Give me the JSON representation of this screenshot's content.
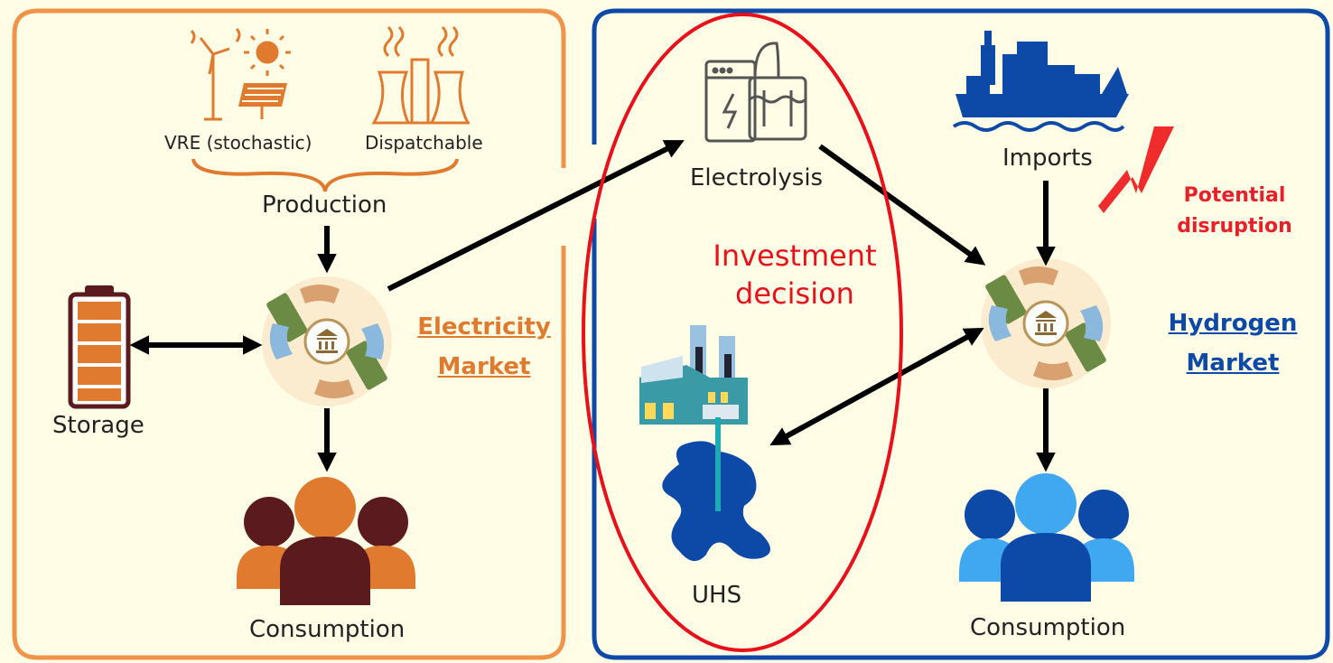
{
  "electricity": {
    "vre_label": "VRE (stochastic)",
    "dispatchable_label": "Dispatchable",
    "production_label": "Production",
    "storage_label": "Storage",
    "consumption_label": "Consumption",
    "market_line1": "Electricity",
    "market_line2": "Market",
    "color": "#e07a2e"
  },
  "hydrogen": {
    "electrolysis_label": "Electrolysis",
    "imports_label": "Imports",
    "uhs_label": "UHS",
    "consumption_label": "Consumption",
    "market_line1": "Hydrogen",
    "market_line2": "Market",
    "color": "#0d4aa8"
  },
  "investment": {
    "line1": "Investment",
    "line2": "decision",
    "color": "#e8101a"
  },
  "disruption": {
    "line1": "Potential",
    "line2": "disruption",
    "color": "#e8202a"
  },
  "icons": [
    "wind-solar-icon",
    "power-plant-icon",
    "battery-icon",
    "market-exchange-icon",
    "people-icon",
    "electrolyzer-icon",
    "ship-icon",
    "lightning-icon",
    "factory-icon",
    "reservoir-icon"
  ]
}
